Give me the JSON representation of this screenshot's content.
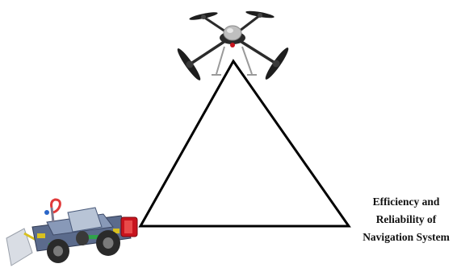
{
  "label": {
    "lines": [
      "Efficiency and",
      "Reliability of",
      "Navigation System"
    ]
  },
  "colors": {
    "triangle": "#000000",
    "drone_body": "#2b2b2b",
    "drone_dome": "#bfbfbf",
    "rover_body": "#4a5a7a",
    "rover_accent_red": "#c8141e",
    "rover_accent_yellow": "#d8c020",
    "rover_accent_green": "#2fa24a",
    "rover_arm_red": "#e03a3a",
    "rover_blade": "#d9dde4"
  },
  "icons": {
    "top": "quadcopter-drone-icon",
    "bottom_left": "ground-rover-robot-icon"
  }
}
